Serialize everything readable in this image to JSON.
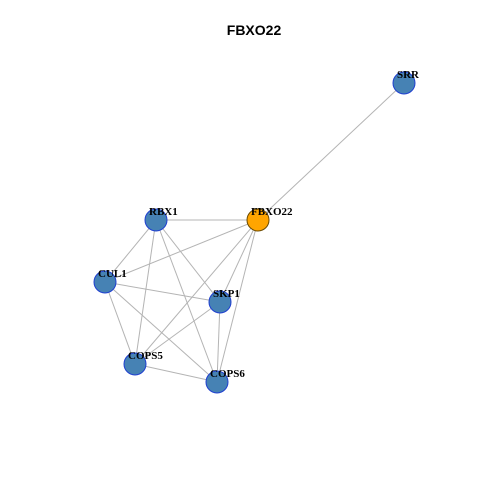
{
  "title": "FBXO22",
  "colors": {
    "node_default": "#4682b4",
    "node_default_border": "#1f3fd0",
    "node_focus": "#ffa500",
    "node_focus_border": "#6b4a00",
    "edge": "#b4b4b4"
  },
  "network": {
    "focus": "FBXO22",
    "nodes": [
      {
        "id": "SRR",
        "label": "SRR"
      },
      {
        "id": "FBXO22",
        "label": "FBXO22"
      },
      {
        "id": "RBX1",
        "label": "RBX1"
      },
      {
        "id": "CUL1",
        "label": "CUL1"
      },
      {
        "id": "SKP1",
        "label": "SKP1"
      },
      {
        "id": "COPS5",
        "label": "COPS5"
      },
      {
        "id": "COPS6",
        "label": "COPS6"
      }
    ],
    "edges": [
      [
        "SRR",
        "FBXO22"
      ],
      [
        "RBX1",
        "FBXO22"
      ],
      [
        "RBX1",
        "CUL1"
      ],
      [
        "RBX1",
        "SKP1"
      ],
      [
        "RBX1",
        "COPS5"
      ],
      [
        "RBX1",
        "COPS6"
      ],
      [
        "FBXO22",
        "CUL1"
      ],
      [
        "FBXO22",
        "SKP1"
      ],
      [
        "FBXO22",
        "COPS5"
      ],
      [
        "FBXO22",
        "COPS6"
      ],
      [
        "CUL1",
        "SKP1"
      ],
      [
        "CUL1",
        "COPS5"
      ],
      [
        "CUL1",
        "COPS6"
      ],
      [
        "SKP1",
        "COPS5"
      ],
      [
        "SKP1",
        "COPS6"
      ],
      [
        "COPS5",
        "COPS6"
      ]
    ]
  }
}
